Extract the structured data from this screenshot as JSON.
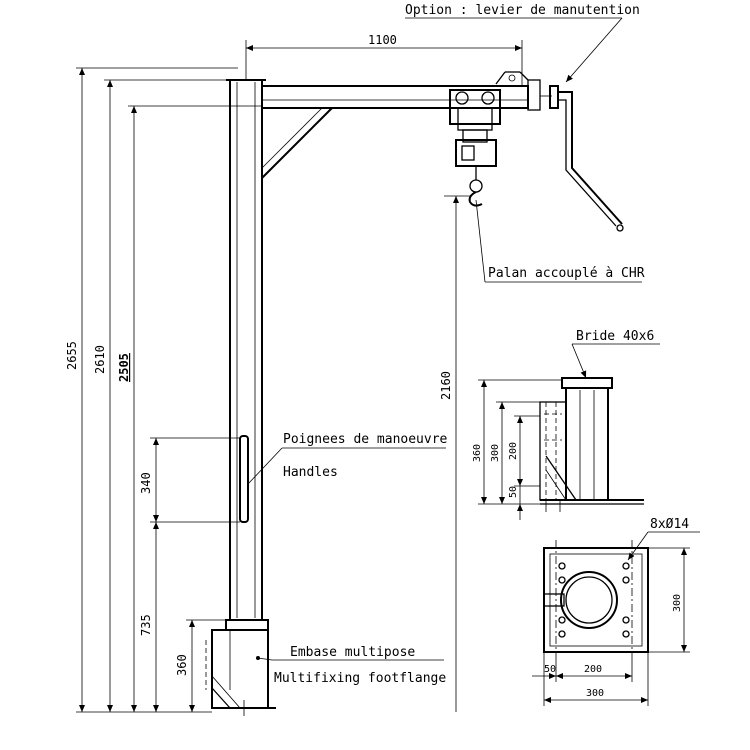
{
  "labels": {
    "option": "Option : levier de manutention",
    "palan": "Palan accouplé à CHR",
    "bride": "Bride 40x6",
    "poignees": "Poignees de manoeuvre",
    "handles": "Handles",
    "embase": "Embase multipose",
    "multifixing": "Multifixing footflange",
    "holes": "8xØ14"
  },
  "dimensions": {
    "span": "1100",
    "overall_height": "2655",
    "height_2610": "2610",
    "height_2505": "2505",
    "hook_height": "2160",
    "handle_length": "340",
    "handle_base": "735",
    "base_height": "360",
    "side_360": "360",
    "side_300": "300",
    "side_200": "200",
    "side_50": "50",
    "plan_300_v": "300",
    "plan_50": "50",
    "plan_200": "200",
    "plan_300_h": "300"
  }
}
